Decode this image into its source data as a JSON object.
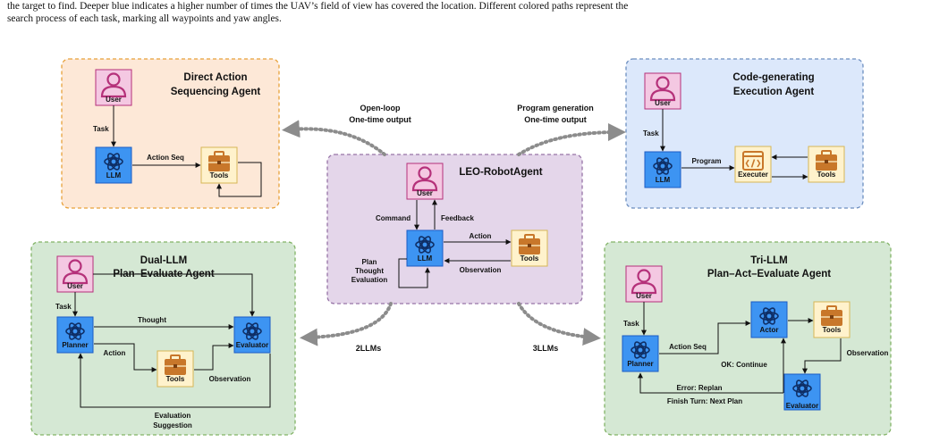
{
  "caption": {
    "line1": "the target to find. Deeper blue indicates a higher number of times the UAV’s field of view has covered the location. Different colored paths represent the",
    "line2": "search process of each task, marking all waypoints and yaw angles."
  },
  "colors": {
    "orange_panel_fill": "#fde8d7",
    "orange_panel_border": "#e8a13a",
    "blue_panel_fill": "#dce8fb",
    "blue_panel_border": "#6c8ebf",
    "purple_panel_fill": "#e4d6ea",
    "purple_panel_border": "#9673a6",
    "green_panel_fill": "#d5e8d4",
    "green_panel_border": "#82b366",
    "user_fill": "#f4c8e2",
    "user_stroke": "#b5317a",
    "llm_fill": "#3d94f2",
    "llm_stroke": "#1b5cc4",
    "tools_fill": "#fff2cc",
    "tools_stroke": "#d6b656",
    "briefcase": "#c8772a",
    "dotted_arrow": "#8c8c8c"
  },
  "icons": [
    "user-icon",
    "openai-logo-icon",
    "briefcase-icon",
    "code-window-icon"
  ],
  "panels": {
    "direct": {
      "title1": "Direct Action",
      "title2": "Sequencing Agent",
      "user": "User",
      "llm": "LLM",
      "tools": "Tools",
      "task": "Task",
      "action_seq": "Action Seq"
    },
    "code": {
      "title1": "Code-generating",
      "title2": "Execution Agent",
      "user": "User",
      "llm": "LLM",
      "executer": "Executer",
      "tools": "Tools",
      "task": "Task",
      "program": "Program"
    },
    "leo": {
      "title": "LEO-RobotAgent",
      "user": "User",
      "llm": "LLM",
      "tools": "Tools",
      "command": "Command",
      "feedback": "Feedback",
      "action": "Action",
      "observation": "Observation",
      "plan": "Plan",
      "thought": "Thought",
      "evaluation": "Evaluation"
    },
    "dual": {
      "title1": "Dual-LLM",
      "title2": "Plan–Evaluate Agent",
      "user": "User",
      "planner": "Planner",
      "evaluator": "Evaluator",
      "tools": "Tools",
      "task": "Task",
      "thought": "Thought",
      "action": "Action",
      "observation": "Observation",
      "evaluation": "Evaluation",
      "suggestion": "Suggestion"
    },
    "tri": {
      "title1": "Tri-LLM",
      "title2": "Plan–Act–Evaluate Agent",
      "user": "User",
      "planner": "Planner",
      "actor": "Actor",
      "evaluator": "Evaluator",
      "tools": "Tools",
      "task": "Task",
      "action_seq": "Action Seq",
      "ok_continue": "OK: Continue",
      "observation": "Observation",
      "error_replan": "Error: Replan",
      "finish_turn": "Finish Turn: Next Plan"
    }
  },
  "connectors": {
    "open_loop_1": "Open-loop",
    "open_loop_2": "One-time output",
    "program_gen_1": "Program generation",
    "program_gen_2": "One-time output",
    "two_llms": "2LLMs",
    "three_llms": "3LLMs"
  }
}
